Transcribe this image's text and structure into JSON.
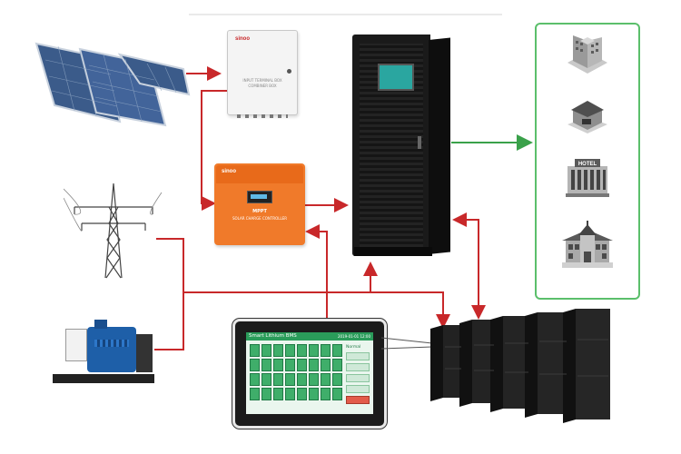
{
  "colors": {
    "flow_arrow": "#c8282a",
    "output_arrow": "#3aa14a",
    "load_panel_border": "#5bbf6b",
    "controller_orange": "#f07a2a",
    "cabinet_dark": "#1c1c1c",
    "screen_teal": "#2aa6a0"
  },
  "combiner_box": {
    "brand": "sinoo",
    "caption": "INPUT TERMINAL BOX  COMBINER BOX"
  },
  "controller": {
    "brand": "sinoo",
    "model": "MPPT",
    "caption": "SOLAR CHARGE CONTROLLER"
  },
  "monitor": {
    "title": "Smart Lithium BMS",
    "status": "Normal",
    "datetime": "2019-01-01 12:00"
  },
  "loads": {
    "hotel_sign": "HOTEL"
  },
  "icons": [
    "solar-panel-icon",
    "power-tower-icon",
    "diesel-generator-icon",
    "ups-cabinet-icon",
    "battery-rack-icon",
    "office-building-icon",
    "house-icon",
    "hotel-icon",
    "school-icon"
  ]
}
